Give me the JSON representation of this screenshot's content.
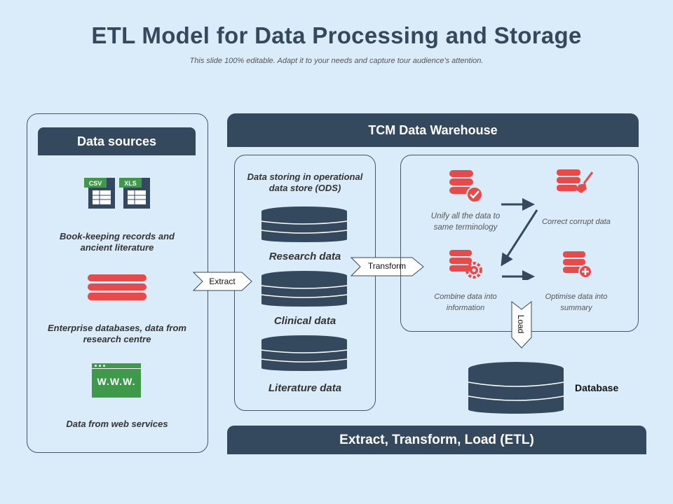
{
  "title": "ETL Model for Data Processing and Storage",
  "subtitle": "This slide 100% editable. Adapt it to your needs and capture tour audience’s attention.",
  "sources": {
    "header": "Data sources",
    "csv_tag": "CSV",
    "xls_tag": "XLS",
    "item1": "Book-keeping records and ancient literature",
    "item2": "Enterprise databases, data from research centre",
    "www_tag": "W.W.W.",
    "item3": "Data from web services"
  },
  "warehouse": {
    "header": "TCM Data Warehouse"
  },
  "ods": {
    "label": "Data storing in operational data store (ODS)",
    "research": "Research data",
    "clinical": "Clinical data",
    "literature": "Literature data"
  },
  "arrows": {
    "extract": "Extract",
    "transform": "Transform",
    "load": "Load"
  },
  "steps": {
    "unify": "Unify all the data to same terminology",
    "correct": "Correct corrupt data",
    "combine": "Combine data into information",
    "optimise": "Optimise data into summary"
  },
  "database_label": "Database",
  "footer": "Extract, Transform, Load (ETL)",
  "colors": {
    "navy": "#34495e",
    "red": "#e84a4a",
    "green": "#3e9a4a",
    "bg": "#daecf9"
  }
}
